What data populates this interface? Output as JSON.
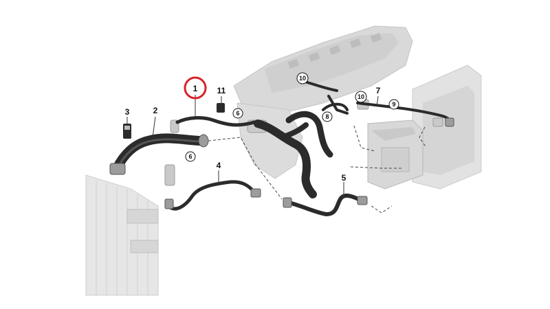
{
  "diagram": {
    "callouts": [
      {
        "id": "part-1",
        "label": "1",
        "highlighted": true
      },
      {
        "id": "part-2",
        "label": "2"
      },
      {
        "id": "part-3",
        "label": "3"
      },
      {
        "id": "part-4",
        "label": "4"
      },
      {
        "id": "part-5",
        "label": "5"
      },
      {
        "id": "part-6a",
        "label": "6"
      },
      {
        "id": "part-6b",
        "label": "6"
      },
      {
        "id": "part-7",
        "label": "7"
      },
      {
        "id": "part-8",
        "label": "8"
      },
      {
        "id": "part-9",
        "label": "9"
      },
      {
        "id": "part-10a",
        "label": "10"
      },
      {
        "id": "part-10b",
        "label": "10"
      },
      {
        "id": "part-11",
        "label": "11"
      }
    ],
    "colors": {
      "hose": "#2b2b2b",
      "engine": "#d8d8d8",
      "radiator": "#e4e4e4",
      "highlight": "#d9222a",
      "leader": "#333333"
    }
  }
}
